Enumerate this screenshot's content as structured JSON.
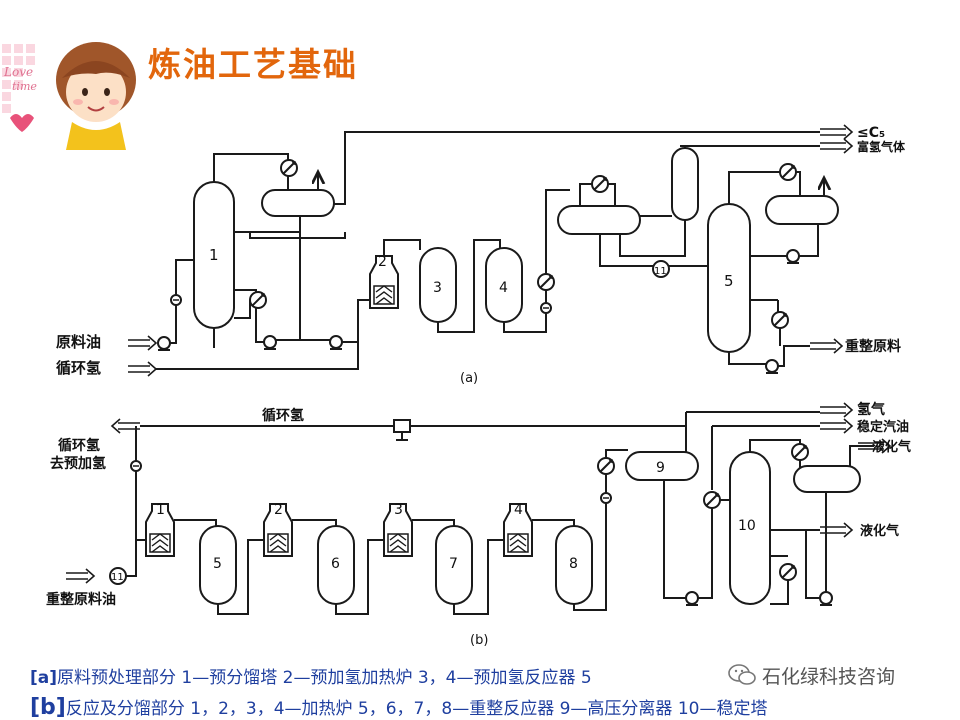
{
  "title": "炼油工艺基础",
  "decor": {
    "love": "Love",
    "time": "time"
  },
  "diagram_a": {
    "sublabel": "(a)",
    "labels": {
      "feed_oil": "原料油",
      "recycle_h2": "循环氢",
      "light_c": "≤C₅",
      "rich_h2": "富氢气体",
      "reform_feed": "重整原料"
    },
    "equipment": {
      "tower1": "1",
      "heater2": "2",
      "reactor3": "3",
      "reactor4": "4",
      "tower5": "5",
      "valve11": "11"
    }
  },
  "diagram_b": {
    "sublabel": "(b)",
    "labels": {
      "recycle_h2": "循环氢",
      "to_prehydro_1": "循环氢",
      "to_prehydro_2": "去预加氢",
      "reformed_feed": "重整原料油",
      "hydrogen": "氢气",
      "stable_gasoline": "稳定汽油",
      "lpg_top": "液化气",
      "lpg_mid": "液化气"
    },
    "equipment": {
      "h1": "1",
      "h2": "2",
      "h3": "3",
      "h4": "4",
      "r5": "5",
      "r6": "6",
      "r7": "7",
      "r8": "8",
      "sep9": "9",
      "tower10": "10",
      "valve11": "11"
    }
  },
  "captions": {
    "a_bracket": "[a]",
    "a_text": "原料预处理部分 1—预分馏塔 2—预加氢加热炉 3，4—预加氢反应器 5",
    "b_bracket": "[b]",
    "b_text": "反应及分馏部分 1，2，3，4—加热炉 5，6，7，8—重整反应器 9—高压分离器 10—稳定塔"
  },
  "watermark": {
    "text": "石化绿科技咨询",
    "icon": "wechat-icon"
  },
  "colors": {
    "title": "#E2660C",
    "caption": "#1F3F9F",
    "line": "#1a1a1a"
  }
}
